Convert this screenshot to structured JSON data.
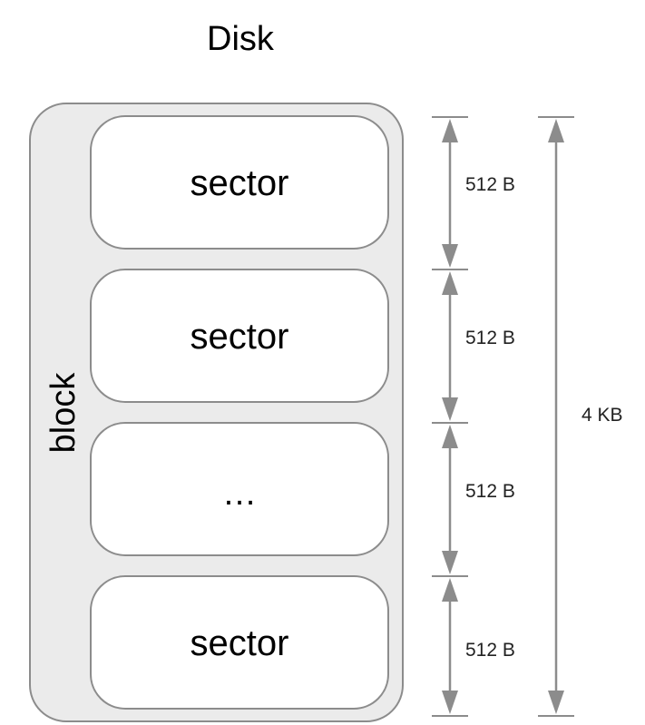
{
  "title": "Disk",
  "block_label": "block",
  "sectors": [
    {
      "label": "sector"
    },
    {
      "label": "sector"
    },
    {
      "label": "…"
    },
    {
      "label": "sector"
    }
  ],
  "sector_size_labels": [
    "512 B",
    "512 B",
    "512 B",
    "512 B"
  ],
  "block_size_label": "4 KB",
  "colors": {
    "block_fill": "#ebebeb",
    "block_stroke": "#8c8c8c",
    "sector_fill": "#ffffff",
    "arrow": "#8c8c8c"
  }
}
